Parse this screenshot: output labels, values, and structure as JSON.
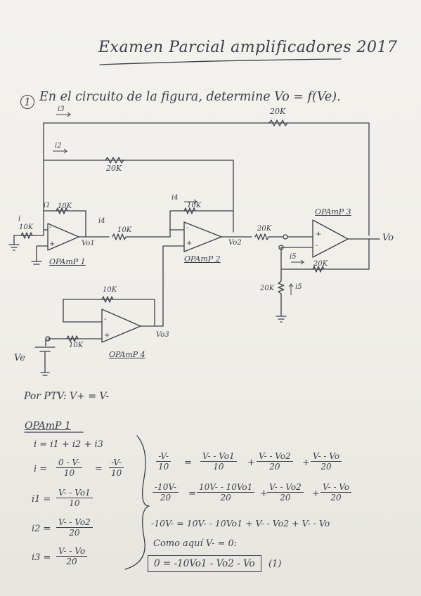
{
  "title": "Examen Parcial amplificadores 2017",
  "question": {
    "number": "1",
    "text": "En el circuito de la figura, determine Vo = f(Ve)."
  },
  "circuit": {
    "top_resistor": "20K",
    "mid_resistor": "20K",
    "r_in": "10K",
    "r_fb1": "10K",
    "r_s1": "10K",
    "r_fb2": "10K",
    "r_s3": "20K",
    "r_fb3": "20K",
    "r_gnd3": "20K",
    "r_fb4": "10K",
    "r_in4": "10K",
    "currents": {
      "i": "i",
      "i1": "i1",
      "i2": "i2",
      "i3": "i3",
      "i4": "i4",
      "i5": "i5"
    },
    "opamps": {
      "op1": "OPAmP 1",
      "op2": "OPAmP 2",
      "op3": "OPAmP 3",
      "op4": "OPAmP 4"
    },
    "nodes": {
      "vo1": "Vo1",
      "vo2": "Vo2",
      "vo3": "Vo3",
      "vo": "Vo",
      "ve": "Ve"
    },
    "plus": "+",
    "minus": "-"
  },
  "solution": {
    "intro": "Por PTV: V+ = V-",
    "section_title": "OPAmP 1",
    "kcl": "i = i1 + i2 + i3",
    "i_eq": {
      "lhs": "i =",
      "num": "0 - V-",
      "den": "10",
      "eq": "=",
      "num2": "-V-",
      "den2": "10"
    },
    "i1_eq": {
      "lhs": "i1 =",
      "num": "V- - Vo1",
      "den": "10"
    },
    "i2_eq": {
      "lhs": "i2 =",
      "num": "V- - Vo2",
      "den": "20"
    },
    "i3_eq": {
      "lhs": "i3 =",
      "num": "V- - Vo",
      "den": "20"
    },
    "line1": {
      "a_num": "-V-",
      "a_den": "10",
      "eq": "=",
      "b_num": "V- - Vo1",
      "b_den": "10",
      "plus1": "+",
      "c_num": "V- - Vo2",
      "c_den": "20",
      "plus2": "+",
      "d_num": "V- - Vo",
      "d_den": "20"
    },
    "line2": {
      "a_num": "-10V-",
      "a_den": "20",
      "eq": "=",
      "b_num": "10V- - 10Vo1",
      "b_den": "20",
      "plus1": "+",
      "c_num": "V- - Vo2",
      "c_den": "20",
      "plus2": "+",
      "d_num": "V- - Vo",
      "d_den": "20"
    },
    "line3": "-10V- = 10V- - 10Vo1 + V- - Vo2 + V- - Vo",
    "line4": "Como aquí V- = 0:",
    "result": "0 = -10Vo1 - Vo2 - Vo",
    "result_tag": "(1)"
  }
}
